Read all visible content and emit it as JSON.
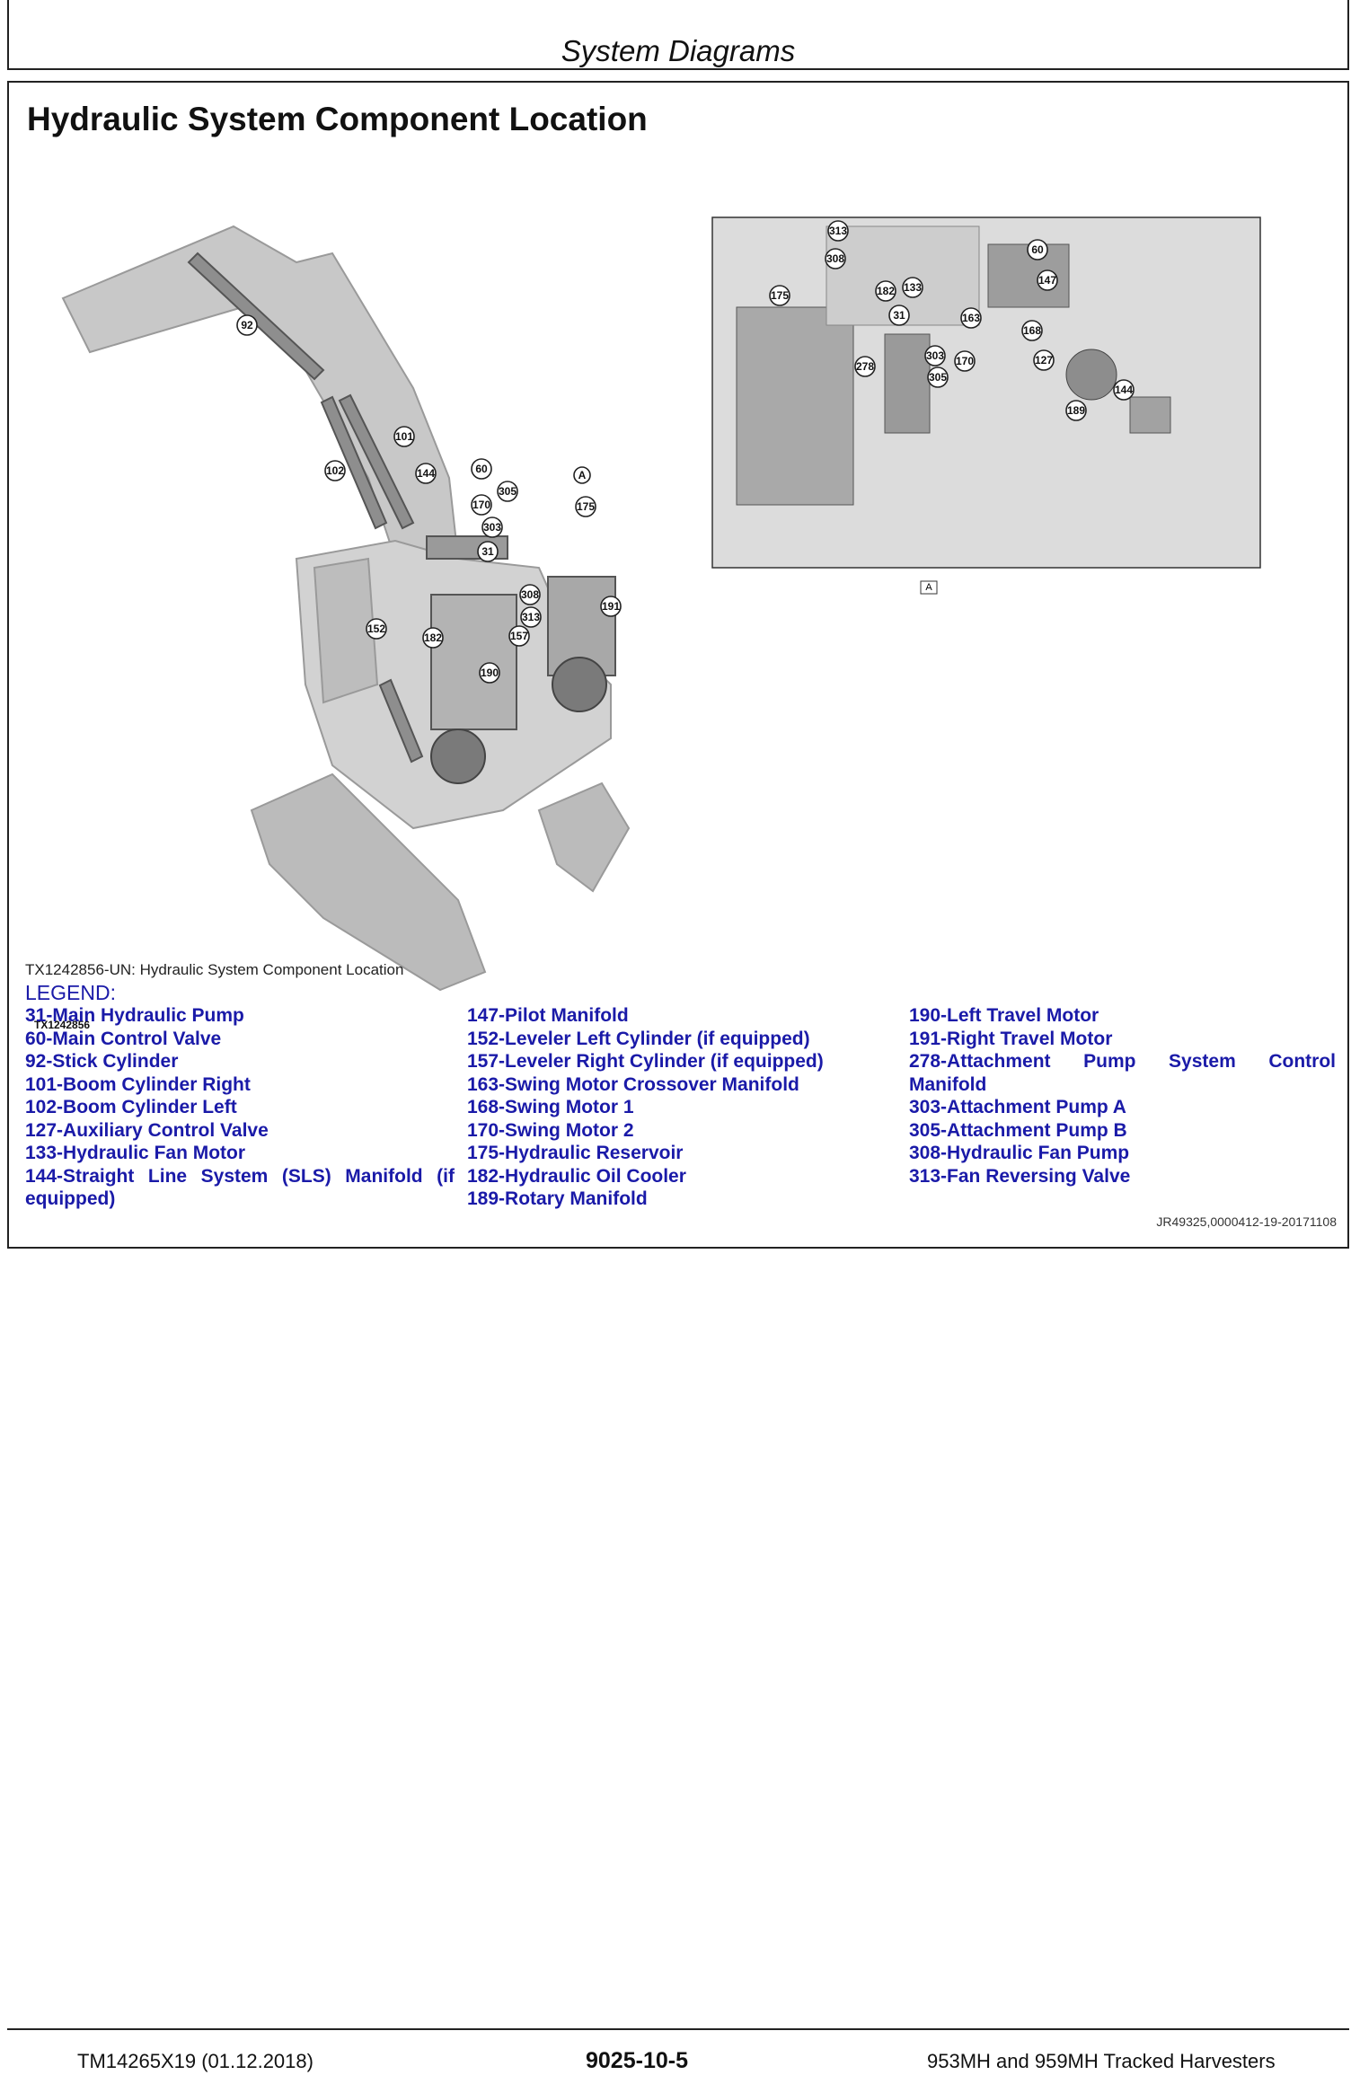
{
  "header": {
    "title": "System Diagrams"
  },
  "section": {
    "title": "Hydraulic System Component Location"
  },
  "figure": {
    "id_label": "TX1242856",
    "inset_label": "A",
    "caption": "TX1242856-UN: Hydraulic System Component Location",
    "callouts_main": [
      "92",
      "101",
      "102",
      "144",
      "60",
      "170",
      "305",
      "303",
      "31",
      "175",
      "308",
      "313",
      "157",
      "182",
      "152",
      "191",
      "190",
      "A"
    ],
    "callouts_inset": [
      "313",
      "308",
      "182",
      "133",
      "60",
      "147",
      "175",
      "31",
      "163",
      "168",
      "278",
      "303",
      "305",
      "170",
      "127",
      "189",
      "144"
    ]
  },
  "legend": {
    "title": "LEGEND:",
    "col1": [
      "31-Main Hydraulic Pump",
      "60-Main Control Valve",
      "92-Stick Cylinder",
      "101-Boom Cylinder Right",
      "102-Boom Cylinder Left",
      "127-Auxiliary Control Valve",
      "133-Hydraulic Fan Motor",
      "144-Straight Line System (SLS) Manifold (if",
      "equipped)"
    ],
    "col2": [
      "147-Pilot Manifold",
      "152-Leveler Left Cylinder (if equipped)",
      "157-Leveler Right Cylinder (if equipped)",
      "163-Swing Motor Crossover Manifold",
      "168-Swing Motor 1",
      "170-Swing Motor 2",
      "175-Hydraulic Reservoir",
      "182-Hydraulic Oil Cooler",
      "189-Rotary Manifold"
    ],
    "col3": [
      "190-Left Travel Motor",
      "191-Right Travel Motor",
      "278-Attachment Pump System Control",
      "Manifold",
      "303-Attachment Pump A",
      "305-Attachment Pump B",
      "308-Hydraulic Fan Pump",
      "313-Fan Reversing Valve"
    ]
  },
  "ref_code": "JR49325,0000412-19-20171108",
  "footer": {
    "left": "TM14265X19 (01.12.2018)",
    "center": "9025-10-5",
    "right": "953MH and 959MH Tracked Harvesters"
  }
}
